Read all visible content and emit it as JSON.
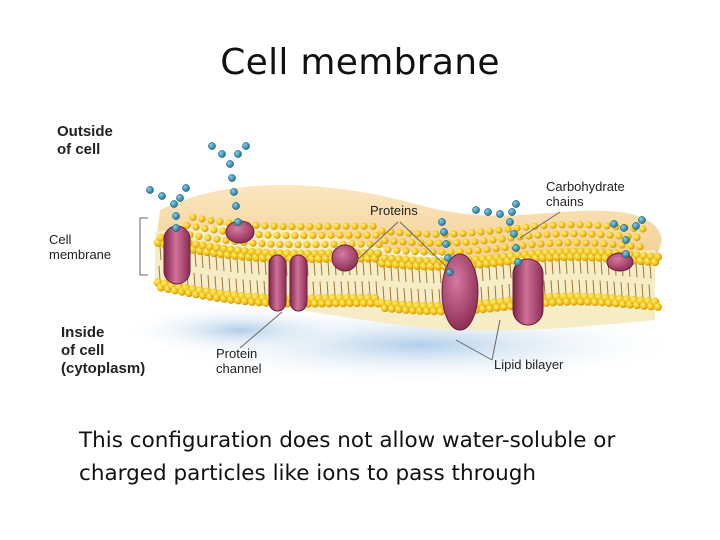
{
  "slide": {
    "title": "Cell membrane",
    "caption_line1": "This configuration does not allow water-soluble or",
    "caption_line2": "charged particles like ions to pass through"
  },
  "diagram": {
    "labels": {
      "outside_cell_1": "Outside",
      "outside_cell_2": "of cell",
      "cell_membrane_1": "Cell",
      "cell_membrane_2": "membrane",
      "inside_cell_1": "Inside",
      "inside_cell_2": "of cell",
      "inside_cell_3": "(cytoplasm)",
      "protein_channel_1": "Protein",
      "protein_channel_2": "channel",
      "proteins": "Proteins",
      "carbohydrate_1": "Carbohydrate",
      "carbohydrate_2": "chains",
      "lipid_bilayer": "Lipid bilayer"
    },
    "colors": {
      "lipid_head": "#f2c21a",
      "lipid_tail": "#9a7a3a",
      "membrane_core": "#f6ecc6",
      "outer_surface": "#f5d9a8",
      "protein": "#a83c66",
      "carbohydrate": "#2a8fb0",
      "cytoplasm_shadow": "#b9d3ea"
    }
  }
}
